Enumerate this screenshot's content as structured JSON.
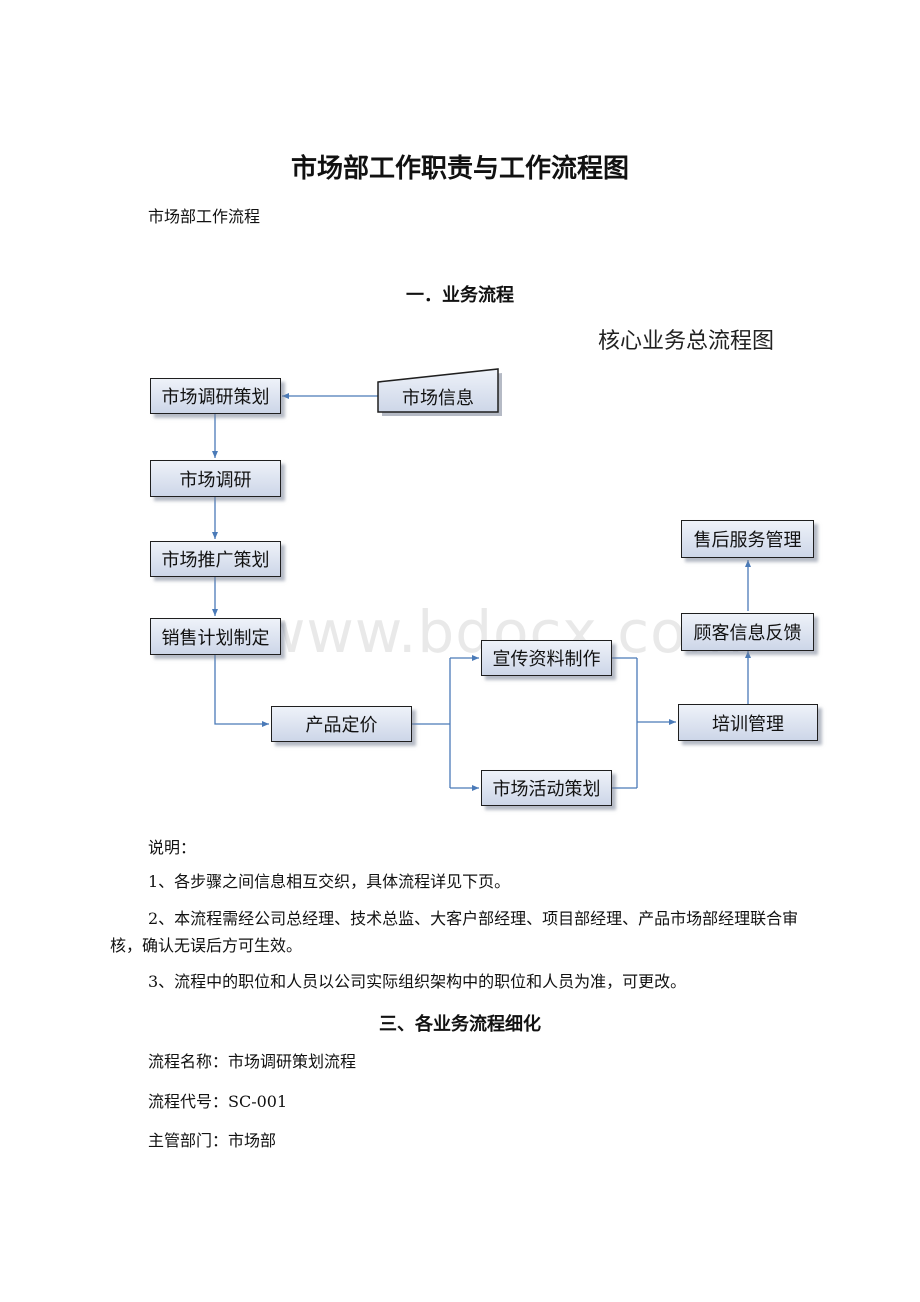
{
  "doc": {
    "title": "市场部工作职责与工作流程图",
    "subtitle": "市场部工作流程",
    "section1": "一．业务流程",
    "chart_title": "核心业务总流程图",
    "watermark": "www.bdocx.com",
    "notes_title": "说明：",
    "notes": [
      "1、各步骤之间信息相互交织，具体流程详见下页。",
      "2、本流程需经公司总经理、技术总监、大客户部经理、项目部经理、产品市场部经理联合审核，确认无误后方可生效。",
      "3、流程中的职位和人员以公司实际组织架构中的职位和人员为准，可更改。"
    ],
    "section3": "三、各业务流程细化",
    "info": [
      "流程名称：市场调研策划流程",
      "流程代号：SC-001",
      "主管部门：市场部"
    ]
  },
  "flow": {
    "market_info": "市场信息",
    "research_plan": "市场调研策划",
    "research": "市场调研",
    "promo_plan": "市场推广策划",
    "sales_plan": "销售计划制定",
    "pricing": "产品定价",
    "materials": "宣传资料制作",
    "activity_plan": "市场活动策划",
    "training": "培训管理",
    "feedback": "顾客信息反馈",
    "after_sales": "售后服务管理"
  },
  "colors": {
    "arrow": "#4a7ab8",
    "box_top": "#eef2f9",
    "box_bottom": "#cdd6e8"
  }
}
